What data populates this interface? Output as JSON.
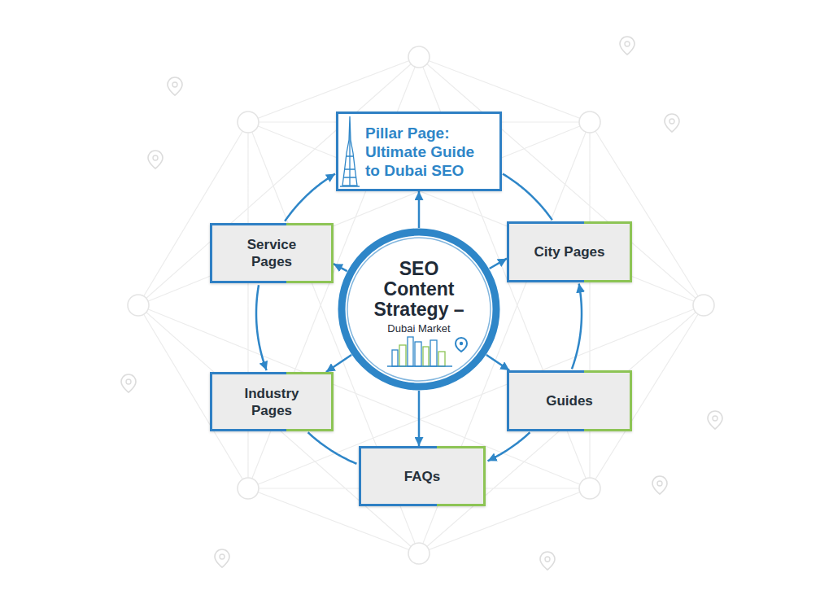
{
  "diagram": {
    "nodes": [
      {
        "text": [
          "Pillar Page: Ultimate Guide to Dubai SEO"
        ]
      },
      {
        "text": [
          "Service Pages"
        ]
      },
      {
        "text": [
          "City Pages"
        ]
      },
      {
        "text": [
          "SEO Content Strategy –",
          "Dubai Market"
        ]
      },
      {
        "text": [
          "Industry Pages"
        ]
      },
      {
        "text": [
          "Guides"
        ]
      },
      {
        "text": [
          "FAQs"
        ]
      }
    ],
    "edges": [
      {
        "from": 3,
        "to": 0,
        "arrow": "to"
      },
      {
        "from": 3,
        "to": 1,
        "arrow": "to"
      },
      {
        "from": 3,
        "to": 2,
        "arrow": "to"
      },
      {
        "from": 3,
        "to": 4,
        "arrow": "to"
      },
      {
        "from": 3,
        "to": 5,
        "arrow": "to"
      },
      {
        "from": 3,
        "to": 6,
        "arrow": "to"
      },
      {
        "from": 1,
        "to": 0,
        "arrow": "to"
      },
      {
        "from": 0,
        "to": 2,
        "arrow": "none"
      },
      {
        "from": 1,
        "to": 4,
        "arrow": "to"
      },
      {
        "from": 4,
        "to": 6,
        "arrow": "none"
      },
      {
        "from": 5,
        "to": 6,
        "arrow": "to"
      },
      {
        "from": 5,
        "to": 2,
        "arrow": "to"
      }
    ]
  }
}
